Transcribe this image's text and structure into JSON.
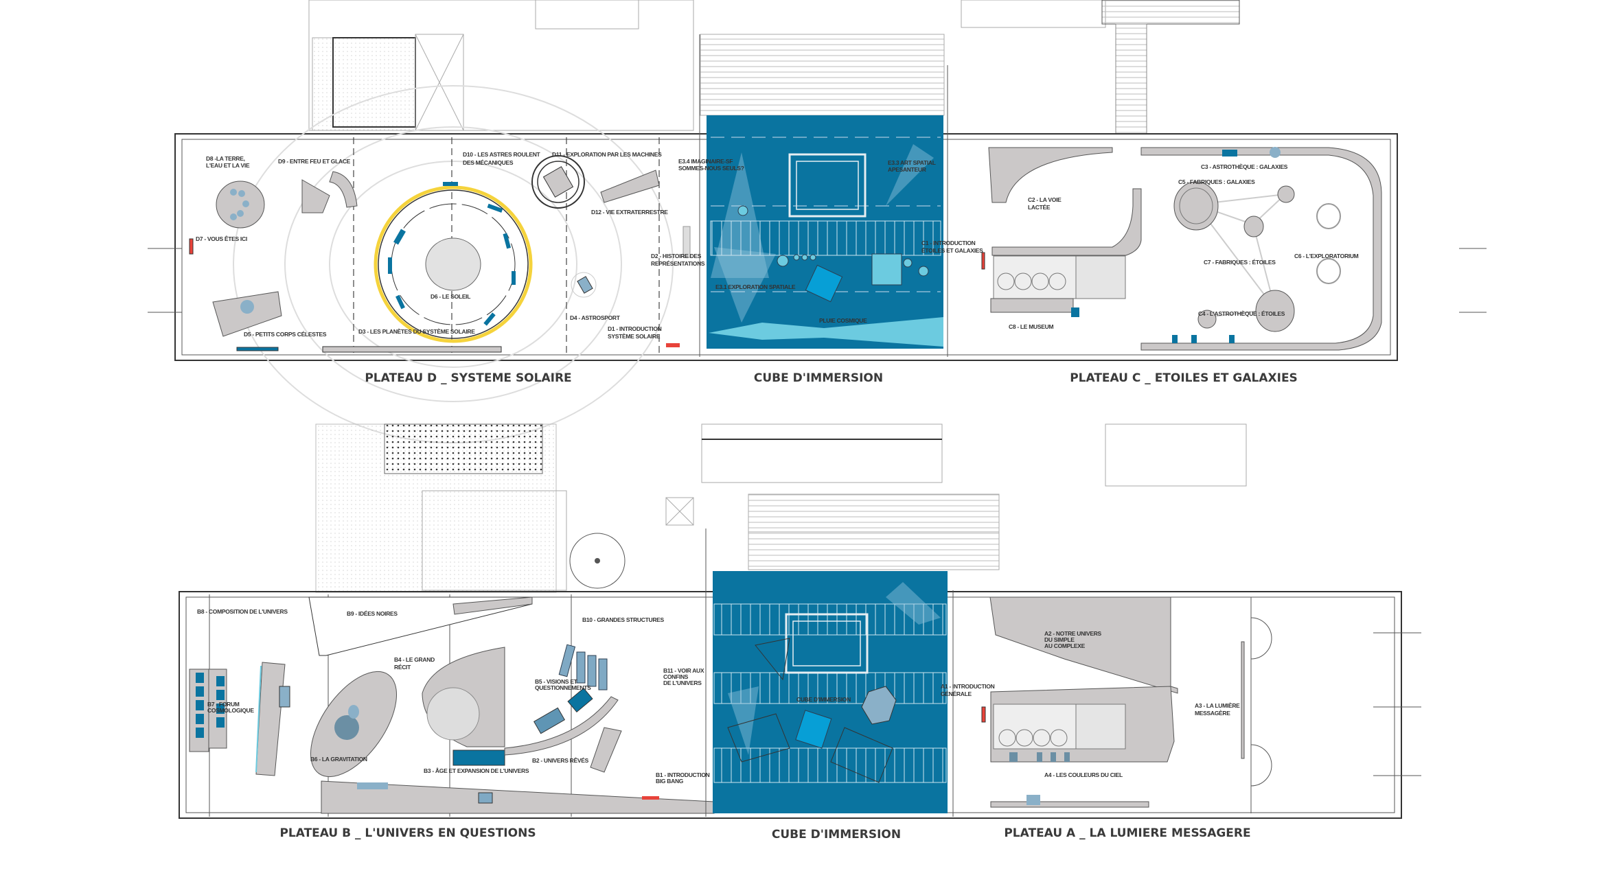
{
  "colors": {
    "cube_blue": "#0a74a0",
    "accent_cyan": "#6ccbe0",
    "exhibit_gray": "#cbc8c8",
    "sun_ring": "#f5d33c",
    "marker_red": "#e8433a"
  },
  "upper_floor": {
    "titles": {
      "plateau_d": "PLATEAU D _ SYSTEME SOLAIRE",
      "cube": "CUBE D'IMMERSION",
      "plateau_c": "PLATEAU C _ ETOILES ET GALAXIES"
    },
    "zones": {
      "d8": [
        "D8 -LA TERRE,",
        "L'EAU ET LA VIE"
      ],
      "d9": [
        "D9 - ENTRE FEU ET GLACE"
      ],
      "d10": [
        "D10 - LES ASTRES ROULENT",
        "DES MÉCANIQUES"
      ],
      "d11": [
        "D11 - EXPLORATION PAR LES MACHINES"
      ],
      "d12": [
        "D12 - VIE EXTRATERRESTRE"
      ],
      "d7": [
        "D7 - VOUS ÊTES ICI"
      ],
      "d2": [
        "D2 - HISTOIRE DES",
        "REPRÉSENTATIONS"
      ],
      "d6": [
        "D6 - LE SOLEIL"
      ],
      "d4": [
        "D4 - ASTROSPORT"
      ],
      "d1": [
        "D1 - INTRODUCTION",
        "SYSTÈME SOLAIRE"
      ],
      "d5": [
        "D5 - PETITS CORPS CÉLESTES"
      ],
      "d3": [
        "D3 - LES PLANÈTES DU SYSTÈME SOLAIRE"
      ],
      "e34": [
        "E3.4 IMAGINAIRE-SF",
        "SOMMES-NOUS SEULS?"
      ],
      "e33": [
        "E3.3 ART SPATIAL",
        "APESANTEUR"
      ],
      "e31": [
        "E3.1 EXPLORATION SPATIALE"
      ],
      "pluie": [
        "PLUIE COSMIQUE"
      ],
      "c1": [
        "C1 - INTRODUCTION",
        "ÉTOILES ET GALAXIES"
      ],
      "c2": [
        "C2 - LA VOIE",
        "LACTÉE"
      ],
      "c3": [
        "C3 - ASTROTHÈQUE : GALAXIES"
      ],
      "c5": [
        "C5 - FABRIQUES : GALAXIES"
      ],
      "c7": [
        "C7 - FABRIQUES : ÉTOILES"
      ],
      "c6": [
        "C6 - L'EXPLORATORIUM"
      ],
      "c4": [
        "C4 - L'ASTROTHÈQUE : ÉTOILES"
      ],
      "c8": [
        "C8 - LE MUSEUM"
      ]
    }
  },
  "lower_floor": {
    "titles": {
      "plateau_b": "PLATEAU B _ L'UNIVERS EN QUESTIONS",
      "cube": "CUBE D'IMMERSION",
      "plateau_a": "PLATEAU A _ LA LUMIERE MESSAGERE"
    },
    "zones": {
      "b8": [
        "B8 - COMPOSITION DE L'UNIVERS"
      ],
      "b9": [
        "B9 - IDÉES NOIRES"
      ],
      "b10": [
        "B10 - GRANDES STRUCTURES"
      ],
      "b4": [
        "B4 - LE GRAND",
        "RÉCIT"
      ],
      "b11": [
        "B11 - VOIR AUX",
        "CONFINS",
        "DE L'UNIVERS"
      ],
      "b5": [
        "B5 - VISIONS ET",
        "QUESTIONNEMENTS"
      ],
      "b7": [
        "B7 - FORUM",
        "COSMOLOGIQUE"
      ],
      "b6": [
        "B6 - LA GRAVITATION"
      ],
      "b2": [
        "B2 - UNIVERS RÊVÉS"
      ],
      "b3": [
        "B3 - ÂGE ET EXPANSION DE L'UNIVERS"
      ],
      "b1": [
        "B1 - INTRODUCTION",
        "BIG BANG"
      ],
      "cube_small": [
        "CUBE D'IMMERSION"
      ],
      "a1": [
        "A1 - INTRODUCTION",
        "GÉNÉRALE"
      ],
      "a2": [
        "A2 - NOTRE UNIVERS",
        "DU SIMPLE",
        "AU COMPLEXE"
      ],
      "a3": [
        "A3 - LA LUMIÈRE",
        "MESSAGÈRE"
      ],
      "a4": [
        "A4 - LES COULEURS DU CIEL"
      ]
    }
  }
}
